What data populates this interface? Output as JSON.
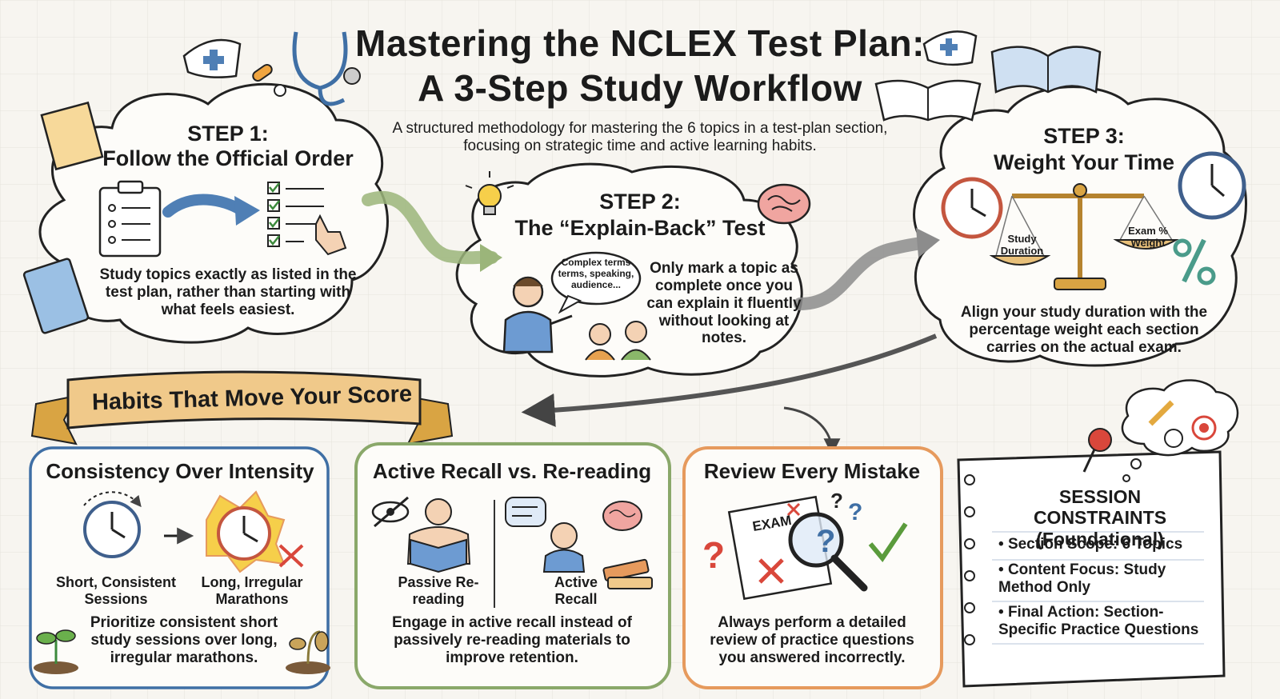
{
  "title_line1": "Mastering the NCLEX Test Plan:",
  "title_line2": "A 3-Step Study Workflow",
  "subtitle": "A structured methodology for mastering the 6 topics in a test-plan section, focusing on strategic time and active learning habits.",
  "step1": {
    "label": "STEP 1:",
    "heading": "Follow the Official Order",
    "body": "Study topics exactly as listed in the test plan, rather than starting with what feels easiest."
  },
  "step2": {
    "label": "STEP 2:",
    "heading": "The “Explain-Back” Test",
    "speech": "Complex terms terms, speaking, audience...",
    "body": "Only mark a topic as complete once you can explain it fluently without looking at notes."
  },
  "step3": {
    "label": "STEP 3:",
    "heading": "Weight Your Time",
    "left_pan": "Study Duration",
    "right_pan": "Exam % Weight",
    "body": "Align your study duration with the percentage weight each section carries on the actual exam."
  },
  "banner": "Habits That Move Your Score",
  "habit1": {
    "heading": "Consistency Over Intensity",
    "left_caption": "Short, Consistent Sessions",
    "right_caption": "Long, Irregular Marathons",
    "body": "Prioritize consistent short study sessions over long, irregular marathons."
  },
  "habit2": {
    "heading": "Active Recall vs. Re-reading",
    "left_caption": "Passive Re-reading",
    "right_caption": "Active Recall",
    "body": "Engage in active recall instead of passively re-reading materials to improve retention."
  },
  "habit3": {
    "heading": "Review Every Mistake",
    "exam_label": "EXAM",
    "body": "Always perform a detailed review of practice questions you answered incorrectly."
  },
  "session": {
    "heading": "SESSION CONSTRAINTS (Foundational)",
    "items": [
      "Section Scope: 6 Topics",
      "Content Focus: Study Method Only",
      "Final Action: Section-Specific Practice Questions"
    ]
  },
  "colors": {
    "ink": "#1b1b1b",
    "blue": "#3f6fa5",
    "green": "#8aa86a",
    "orange": "#e69a5d",
    "red": "#d9473b",
    "gold": "#d9a443",
    "banner": "#f0c98a"
  }
}
